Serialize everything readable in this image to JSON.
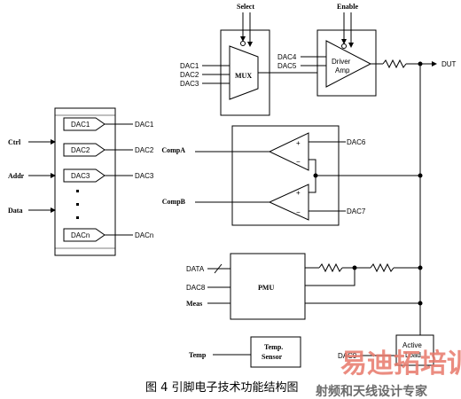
{
  "signals": {
    "select": "Select",
    "enable": "Enable",
    "ctrl": "Ctrl",
    "addr": "Addr",
    "data": "Data",
    "comp_a": "CompA",
    "comp_b": "CompB",
    "data_bus": "DATA",
    "meas": "Meas",
    "temp": "Temp",
    "dut": "DUT"
  },
  "dac_bank": {
    "inner": [
      "DAC1",
      "DAC2",
      "DAC3",
      "DACn"
    ],
    "outputs": [
      "DAC1",
      "DAC2",
      "DAC3",
      "DACn"
    ]
  },
  "mux": {
    "label": "MUX",
    "inputs": [
      "DAC1",
      "DAC2",
      "DAC3"
    ]
  },
  "driver": {
    "label_line1": "Driver",
    "label_line2": "Amp",
    "inputs": [
      "DAC4",
      "DAC5"
    ]
  },
  "comparators": {
    "upper_ref": "DAC6",
    "lower_ref": "DAC7",
    "plus": "+",
    "minus": "−"
  },
  "pmu": {
    "label": "PMU",
    "dac_in": "DAC8"
  },
  "temp_sensor": {
    "line1": "Temp.",
    "line2": "Sensor"
  },
  "active_load": {
    "line1": "Active",
    "line2": "Load",
    "dac_in": "DAC9"
  },
  "caption": "图 4    引脚电子技术功能结构图",
  "watermark": {
    "line1": "易迪拓培训",
    "line2": "射频和天线设计专家"
  }
}
